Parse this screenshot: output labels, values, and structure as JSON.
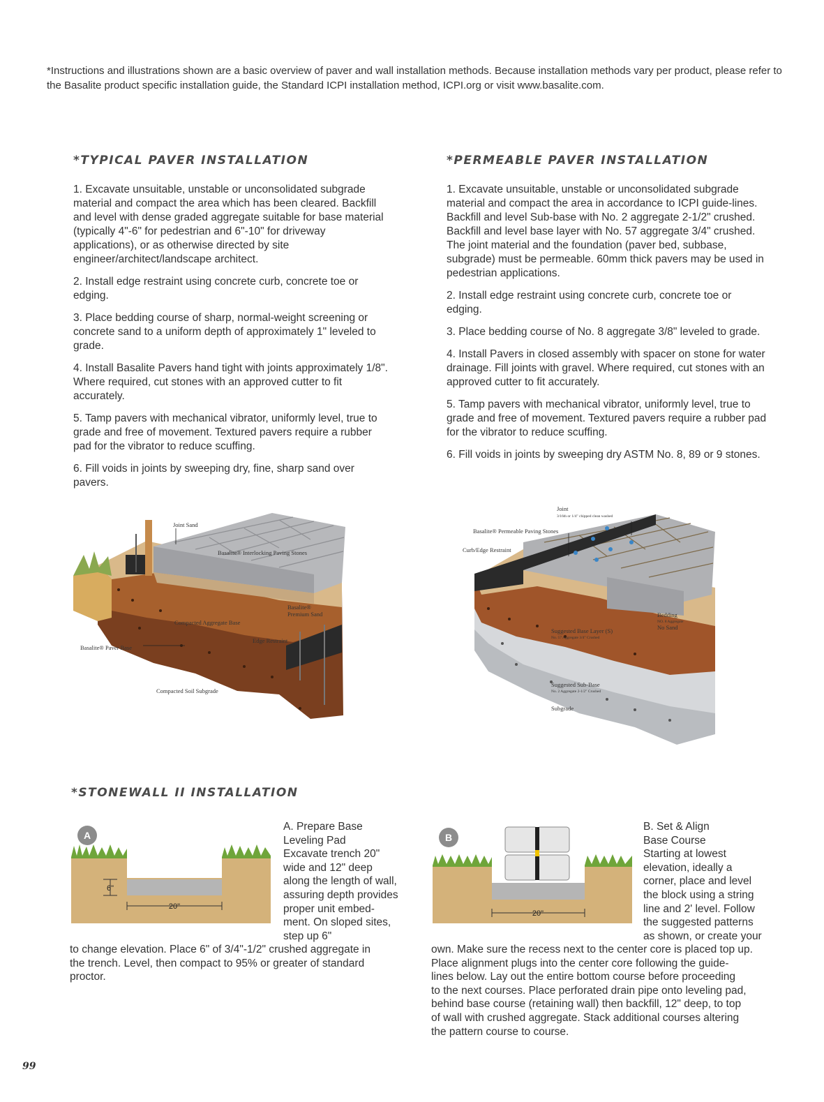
{
  "disclaimer": "*Instructions and illustrations shown are a basic overview of paver and wall installation methods. Because installation methods vary per product, please refer to the Basalite product specific installation guide, the Standard ICPI installation method, ICPI.org or visit www.basalite.com.",
  "typical": {
    "title": "*Typical Paver Installation",
    "steps": [
      "1. Excavate unsuitable, unstable or unconsolidated subgrade material and compact the area which has been cleared. Backfill and level with dense graded aggregate suitable for base material (typically 4\"-6\" for pedestrian and 6\"-10\" for driveway applications), or as otherwise directed by site engineer/architect/landscape architect.",
      "2. Install edge restraint using concrete curb, concrete toe or edging.",
      "3. Place bedding course of sharp, normal-weight screening or concrete sand to a uniform depth of approximately 1\" leveled to grade.",
      "4. Install Basalite Pavers hand tight with joints approximately 1/8\". Where required, cut stones with an approved cutter to fit accurately.",
      "5. Tamp pavers with mechanical vibrator, uniformly level, true to grade and free of movement. Textured pavers require a rubber pad for the vibrator to reduce scuffing.",
      "6. Fill voids in joints by sweeping dry, fine, sharp sand over pavers."
    ],
    "labels": {
      "joint_sand": "Joint Sand",
      "paving_stones": "Basalite® Interlocking Paving Stones",
      "premium_sand_1": "Basalite®",
      "premium_sand_2": "Premium Sand",
      "compacted_aggregate": "Compacted Aggregate Base",
      "edge_restraint": "Edge Restraint",
      "paver_base": "Basalite® Paver Base",
      "soil_subgrade": "Compacted Soil Subgrade"
    }
  },
  "permeable": {
    "title": "*Permeable Paver Installation",
    "steps": [
      "1. Excavate unsuitable, unstable or unconsolidated subgrade material and compact the area in accordance to ICPI guide-lines. Backfill and level Sub-base with No. 2 aggregate 2-1/2\" crushed. Backfill and level base layer with No. 57 aggregate 3/4\" crushed. The joint material and the foundation (paver bed, subbase, subgrade) must be permeable. 60mm thick pavers may be used in pedestrian applications.",
      "2. Install edge restraint using concrete curb, concrete toe or edging.",
      "3. Place bedding course of No. 8 aggregate 3/8\" leveled to grade.",
      "4. Install Pavers in closed assembly with spacer on stone for water drainage. Fill joints with gravel. Where required, cut stones with an approved cutter to fit accurately.",
      "5. Tamp pavers with mechanical vibrator, uniformly level, true to grade and free of movement. Textured pavers require a rubber pad for the vibrator to reduce scuffing.",
      "6. Fill voids in joints by sweeping dry ASTM No. 8, 89 or 9 stones."
    ],
    "labels": {
      "joint": "Joint",
      "joint_sub": "3/16th or 1/4\" chipped clean washed",
      "permeable_stones": "Basalite® Permeable Paving Stones",
      "curb": "Curb/Edge Restraint",
      "bedding_1": "Bedding",
      "bedding_2": "NO. 8 Aggregate",
      "bedding_3": "No Sand",
      "base_layer": "Suggested Base Layer (S)",
      "base_layer_sub": "No. 57 Aggregate 3/4\" Crushed",
      "sub_base": "Suggested Sub-Base",
      "sub_base_sub": "No. 2 Aggregate 2-1/2\" Crushed",
      "subgrade": "Subgrade"
    }
  },
  "stonewall": {
    "title": "*Stonewall II Installation",
    "a": {
      "badge": "A",
      "heading_1": "A. Prepare Base",
      "heading_2": "Leveling Pad",
      "body_side": [
        "Excavate trench 20\"",
        "wide and 12\" deep",
        "along the length of wall,",
        "assuring depth provides",
        "proper unit embed-",
        "ment. On sloped sites,",
        "step up 6\""
      ],
      "body_full": [
        "to change elevation. Place 6\" of 3/4\"-1/2\" crushed aggregate in",
        "the trench. Level, then compact to 95% or greater of standard",
        "proctor."
      ],
      "dim_depth": "6\"",
      "dim_width": "20\""
    },
    "b": {
      "badge": "B",
      "heading_1": "B. Set & Align",
      "heading_2": "Base Course",
      "body_side": [
        "Starting at lowest",
        "elevation, ideally a",
        "corner, place and level",
        "the block using a string",
        "line and 2' level. Follow",
        "the suggested patterns",
        "as shown, or create your"
      ],
      "body_full": [
        "own. Make sure the recess next to the center core is placed top up.",
        "Place alignment plugs into the center core following the guide-",
        "lines below. Lay out the entire bottom course before proceeding",
        "to the next courses. Place perforated drain pipe onto leveling pad,",
        "behind base course (retaining wall) then backfill, 12\" deep, to top",
        "of wall with crushed aggregate. Stack additional courses altering",
        "the pattern course to course."
      ],
      "dim_width": "20\""
    }
  },
  "page_number": "99"
}
